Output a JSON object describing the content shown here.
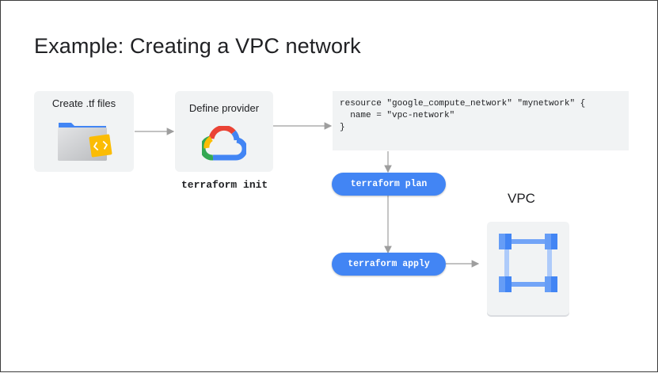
{
  "title": "Example: Creating a VPC network",
  "nodes": {
    "tf_files": {
      "label": "Create .tf files",
      "icon": "folder-code-icon"
    },
    "provider": {
      "label": "Define provider",
      "icon": "google-cloud-logo",
      "command": "terraform init"
    },
    "code": {
      "lines": [
        "resource \"google_compute_network\" \"mynetwork\" {",
        "  name = \"vpc-network\"",
        "}"
      ]
    },
    "plan": {
      "label": "terraform plan"
    },
    "apply": {
      "label": "terraform apply"
    },
    "vpc": {
      "label": "VPC",
      "icon": "vpc-network-icon"
    }
  },
  "colors": {
    "accent_blue": "#4285f4",
    "card_bg": "#f1f3f4",
    "arrow": "#9e9e9e",
    "text": "#202124"
  }
}
